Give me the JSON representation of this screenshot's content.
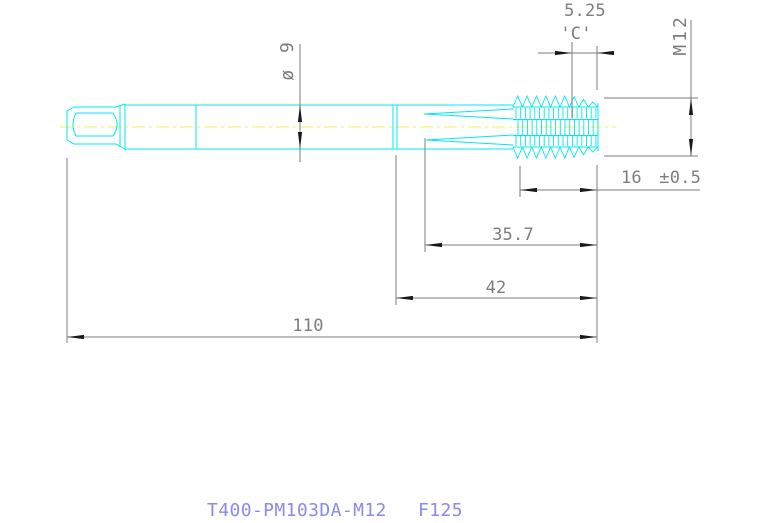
{
  "drawing": {
    "type": "machine tap technical drawing, side view",
    "title": {
      "part_number": "T400-PM103DA-M12",
      "code": "F125"
    },
    "dimensions": {
      "chamfer_length": "5.25",
      "chamfer_label": "'C'",
      "thread_size": "M12",
      "shank_diameter": "ø 9",
      "thread_length": "16 ±0.5",
      "flute_length": "35.7",
      "cutting_length": "42",
      "overall_length": "110"
    }
  },
  "colors": {
    "outline": "#00e8ee",
    "centerline": "#f2f258",
    "dimension": "#7d7d7d",
    "arrow": "#1a1a1a",
    "dim_text": "#7d7d7d",
    "title": "#8a8aec",
    "background": "#ffffff"
  }
}
